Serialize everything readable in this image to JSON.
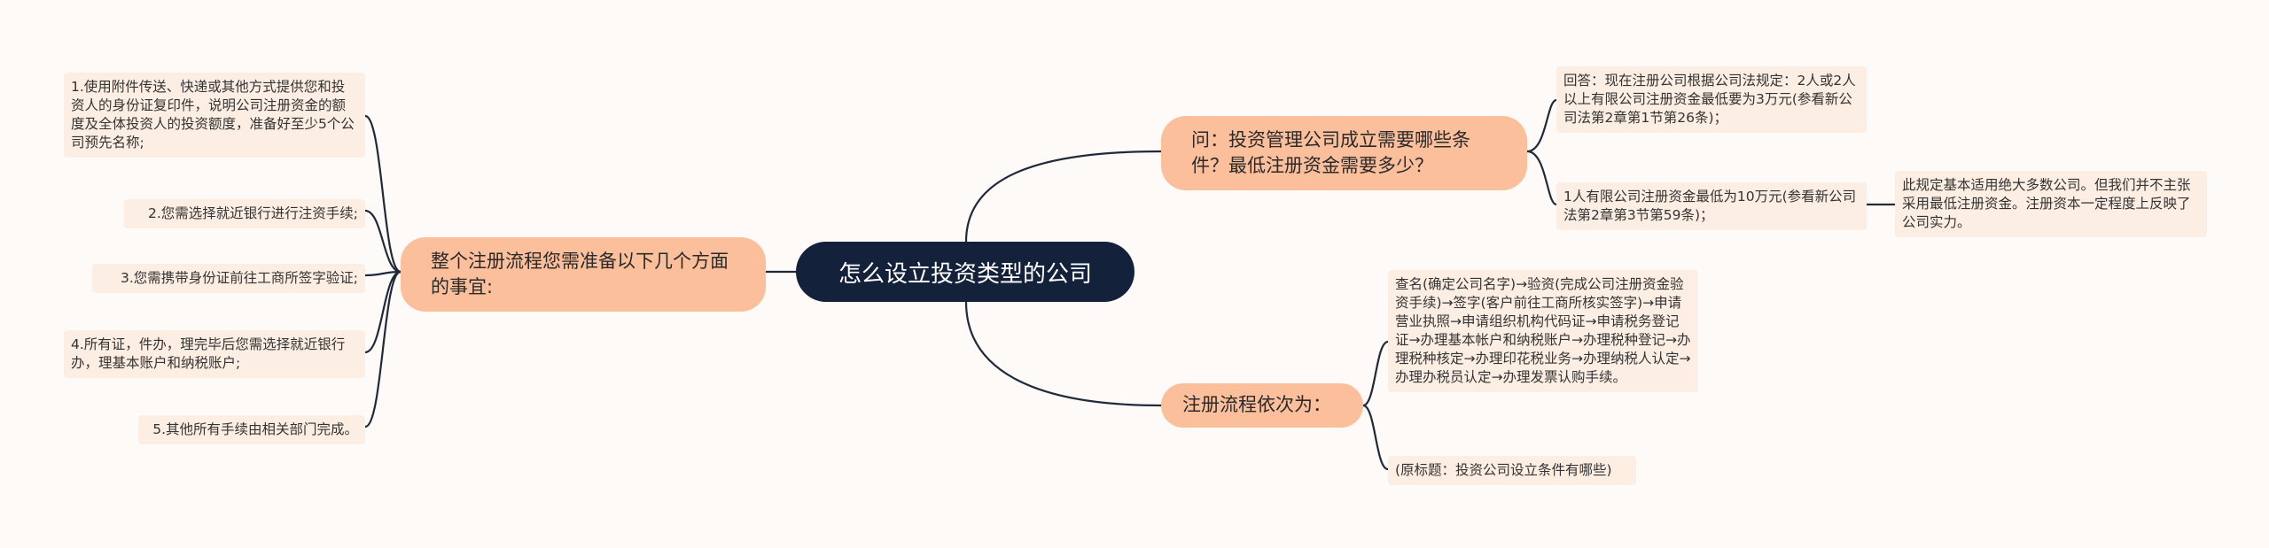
{
  "mindmap": {
    "root": "怎么设立投资类型的公司",
    "left_branch": {
      "title": "整个注册流程您需准备以下几个方面的事宜:",
      "items": [
        "1.使用附件传送、快递或其他方式提供您和投资人的身份证复印件，说明公司注册资金的额度及全体投资人的投资额度，准备好至少5个公司预先名称;",
        "2.您需选择就近银行进行注资手续;",
        "3.您需携带身份证前往工商所签字验证;",
        "4.所有证，件办，理完毕后您需选择就近银行办，理基本账户和纳税账户;",
        "5.其他所有手续由相关部门完成。"
      ]
    },
    "right_top": {
      "title": "问：投资管理公司成立需要哪些条件？最低注册资金需要多少？",
      "answer1": "回答：现在注册公司根据公司法规定：2人或2人以上有限公司注册资金最低要为3万元(参看新公司法第2章第1节第26条)；",
      "answer2": "1人有限公司注册资金最低为10万元(参看新公司法第2章第3节第59条)；",
      "answer2_note": "此规定基本适用绝大多数公司。但我们并不主张采用最低注册资金。注册资本一定程度上反映了公司实力。"
    },
    "right_bottom": {
      "title": "注册流程依次为：",
      "steps": "查名(确定公司名字)→验资(完成公司注册资金验资手续)→签字(客户前往工商所核实签字)→申请营业执照→申请组织机构代码证→申请税务登记证→办理基本帐户和纳税账户→办理税种登记→办理税种核定→办理印花税业务→办理纳税人认定→办理办税员认定→办理发票认购手续。",
      "source": "(原标题：投资公司设立条件有哪些)"
    }
  },
  "colors": {
    "root_fill": "#14213a",
    "branch_fill": "#fbbf9c",
    "leaf_fill": "#fdeee3",
    "line": "#1f2a3a",
    "background": "#fdfaf7"
  }
}
